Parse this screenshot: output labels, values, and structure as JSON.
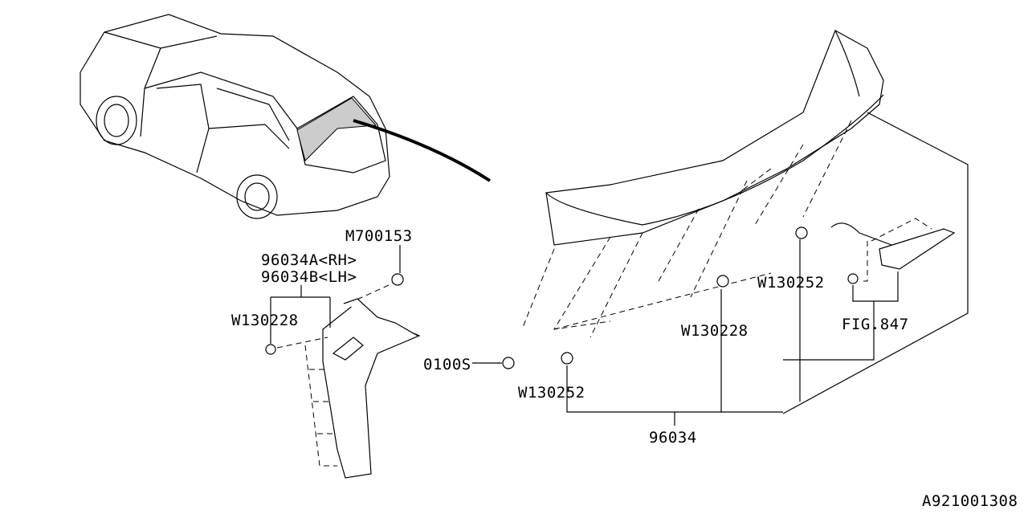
{
  "diagram": {
    "labels": {
      "bolt_top": "M700153",
      "bracket_rh": "96034A<RH>",
      "bracket_lh": "96034B<LH>",
      "clip_left": "W130228",
      "screw": "0100S",
      "clip_bottom": "W130252",
      "clip_center": "W130228",
      "clip_right": "W130252",
      "fig_ref": "FIG.847",
      "spoiler": "96034",
      "drawing_id": "A921001308"
    }
  }
}
